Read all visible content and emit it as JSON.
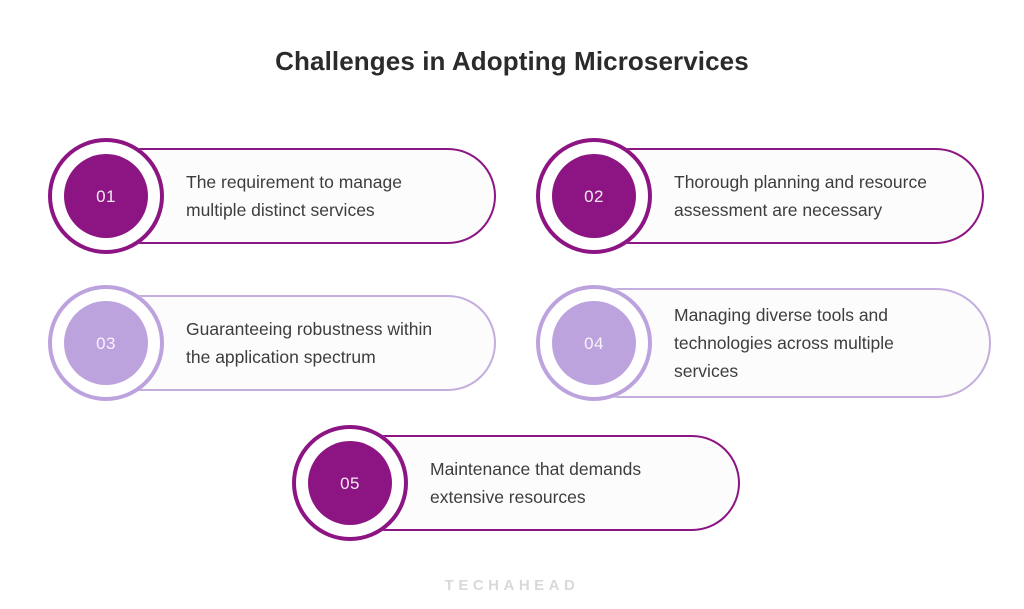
{
  "header": {
    "title": "Challenges in Adopting Microservices"
  },
  "colors": {
    "accent_dark": "#8d1583",
    "accent_light": "#bda3de",
    "card_bg": "#fdfcfd",
    "text": "#3d3d3d",
    "title": "#2b2b2b",
    "watermark": "#d9d9d9",
    "page_bg": "#ffffff"
  },
  "items": [
    {
      "number": "01",
      "text": "The requirement to manage\nmultiple distinct services",
      "tone": "dark"
    },
    {
      "number": "02",
      "text": "Thorough planning and resource\nassessment are necessary",
      "tone": "dark"
    },
    {
      "number": "03",
      "text": "Guaranteeing robustness within\nthe application spectrum",
      "tone": "light"
    },
    {
      "number": "04",
      "text": "Managing diverse tools and\ntechnologies across multiple\nservices",
      "tone": "light"
    },
    {
      "number": "05",
      "text": "Maintenance that demands\nextensive resources",
      "tone": "dark"
    }
  ],
  "footer": {
    "watermark": "TECHAHEAD"
  }
}
